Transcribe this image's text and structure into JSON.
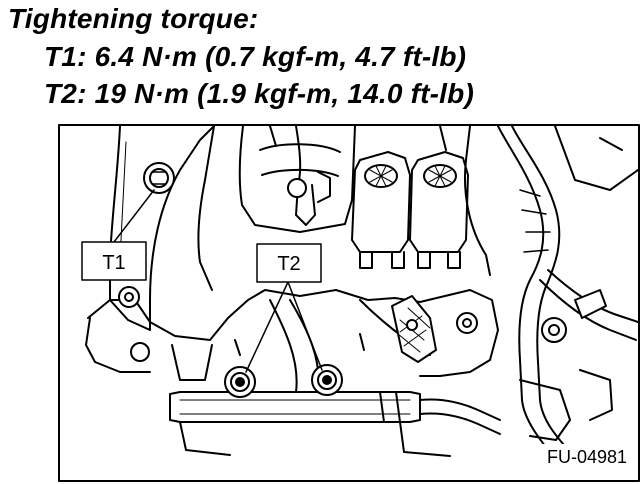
{
  "header": {
    "title": "Tightening torque:",
    "t1_spec": "T1: 6.4 N·m (0.7 kgf-m, 4.7 ft-lb)",
    "t2_spec": "T2: 19 N·m (1.9 kgf-m, 14.0 ft-lb)"
  },
  "figure": {
    "callouts": {
      "t1": "T1",
      "t2": "T2"
    },
    "figure_id": "FU-04981"
  }
}
